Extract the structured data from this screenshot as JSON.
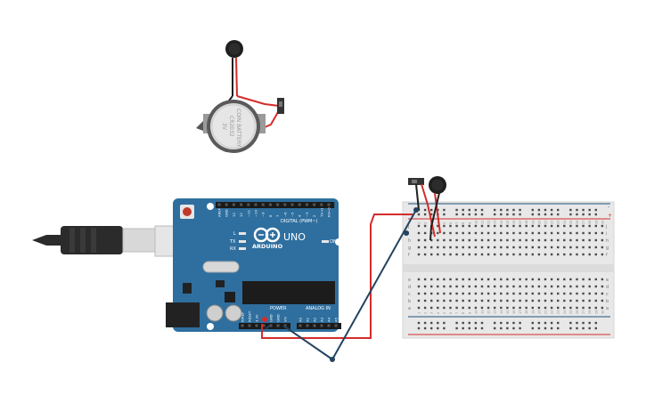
{
  "canvas": {
    "background": "#ffffff"
  },
  "arduino": {
    "brand": "ARDUINO",
    "model": "UNO",
    "digital_label": "DIGITAL (PWM~)",
    "power_label": "POWER",
    "analog_label": "ANALOG IN",
    "on_label": "ON",
    "tx_label": "TX",
    "rx_label": "RX",
    "l_label": "L",
    "board_color": "#2f6f9f",
    "digital_pins": [
      "AREF",
      "GND",
      "13",
      "12",
      "~11",
      "~10",
      "~9",
      "8",
      "7",
      "~6",
      "~5",
      "4",
      "~3",
      "2",
      "TX→1",
      "RX←0"
    ],
    "power_pins": [
      "IOREF",
      "RESET",
      "3.3V",
      "5V",
      "GND",
      "GND",
      "Vin"
    ],
    "analog_pins": [
      "A0",
      "A1",
      "A2",
      "A3",
      "A4",
      "A5"
    ]
  },
  "coin_cell": {
    "text_line1": "COIN BATTERY",
    "text_line2": "CR2032",
    "text_line3": "3V"
  },
  "breadboard": {
    "rail_plus": "+",
    "rail_minus": "-",
    "row_letters_top": [
      "j",
      "i",
      "h",
      "g",
      "f"
    ],
    "row_letters_bottom": [
      "e",
      "d",
      "c",
      "b",
      "a"
    ],
    "column_numbers": [
      "1",
      "2",
      "3",
      "4",
      "5",
      "6",
      "7",
      "8",
      "9",
      "10",
      "11",
      "12",
      "13",
      "14",
      "15",
      "16",
      "17",
      "18",
      "19",
      "20",
      "21",
      "22",
      "23",
      "24",
      "25",
      "26",
      "27",
      "28",
      "29",
      "30"
    ]
  },
  "colors": {
    "wire_red": "#d42b2b",
    "wire_navy": "#24435e",
    "motor_body": "#1f1f1f",
    "usb_plug": "#2b2b2b",
    "usb_metal": "#d8d8d8"
  },
  "icons": {
    "motor_top": "vibration-motor-icon",
    "motor_bottom": "vibration-motor-icon",
    "switch_top": "slide-switch-icon",
    "switch_bottom": "slide-switch-icon"
  }
}
